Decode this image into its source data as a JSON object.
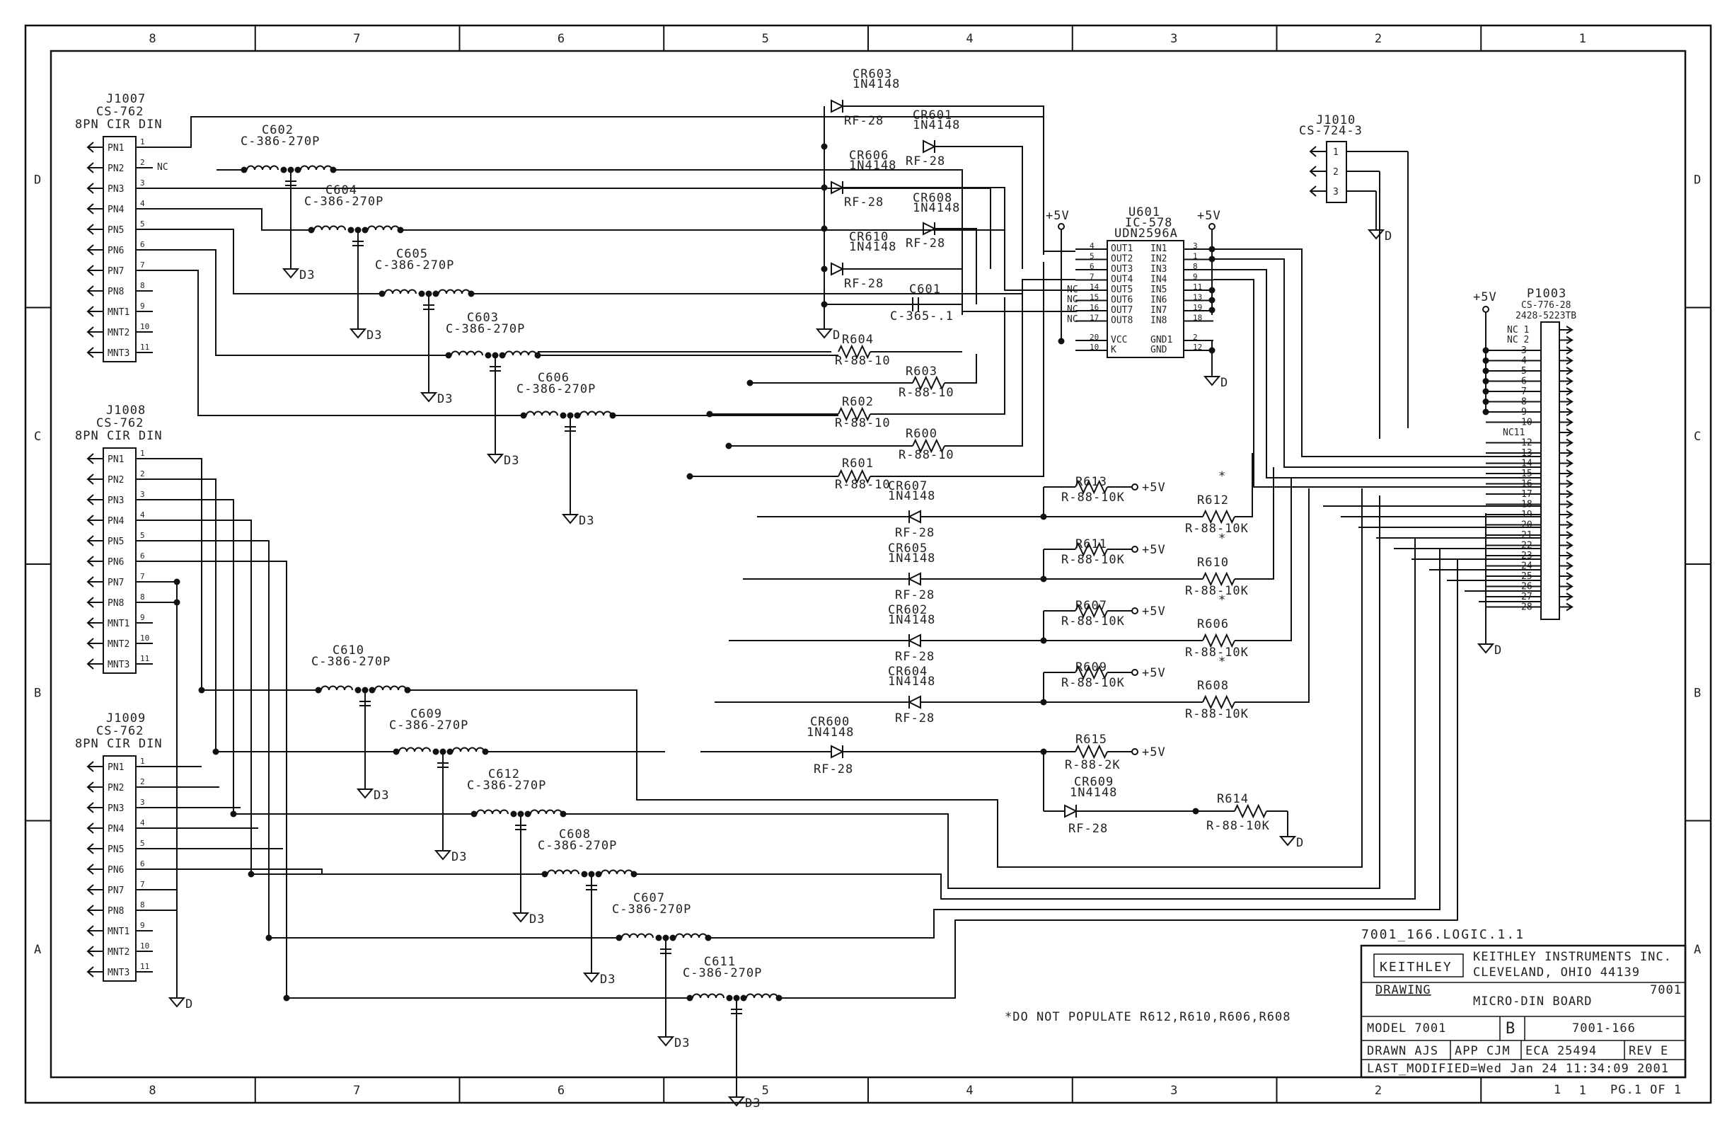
{
  "border": {
    "cols_top": [
      "8",
      "7",
      "6",
      "5",
      "4",
      "3",
      "2",
      "1"
    ],
    "cols_bottom": [
      "8",
      "7",
      "6",
      "5",
      "4",
      "3",
      "2",
      "1"
    ],
    "rows": [
      "D",
      "C",
      "B",
      "A"
    ]
  },
  "connectors": [
    {
      "ref": "J1007",
      "part": "CS-762",
      "desc": "8PN CIR DIN",
      "pins": [
        "PN1",
        "PN2",
        "PN3",
        "PN4",
        "PN5",
        "PN6",
        "PN7",
        "PN8",
        "MNT1",
        "MNT2",
        "MNT3"
      ],
      "nums": [
        "1",
        "2",
        "3",
        "4",
        "5",
        "6",
        "7",
        "8",
        "9",
        "10",
        "11"
      ]
    },
    {
      "ref": "J1008",
      "part": "CS-762",
      "desc": "8PN CIR DIN",
      "pins": [
        "PN1",
        "PN2",
        "PN3",
        "PN4",
        "PN5",
        "PN6",
        "PN7",
        "PN8",
        "MNT1",
        "MNT2",
        "MNT3"
      ],
      "nums": [
        "1",
        "2",
        "3",
        "4",
        "5",
        "6",
        "7",
        "8",
        "9",
        "10",
        "11"
      ]
    },
    {
      "ref": "J1009",
      "part": "CS-762",
      "desc": "8PN CIR DIN",
      "pins": [
        "PN1",
        "PN2",
        "PN3",
        "PN4",
        "PN5",
        "PN6",
        "PN7",
        "PN8",
        "MNT1",
        "MNT2",
        "MNT3"
      ],
      "nums": [
        "1",
        "2",
        "3",
        "4",
        "5",
        "6",
        "7",
        "8",
        "9",
        "10",
        "11"
      ]
    }
  ],
  "nc_label": "NC",
  "filters": [
    {
      "ref": "C602",
      "part": "C-386-270P"
    },
    {
      "ref": "C604",
      "part": "C-386-270P"
    },
    {
      "ref": "C605",
      "part": "C-386-270P"
    },
    {
      "ref": "C603",
      "part": "C-386-270P"
    },
    {
      "ref": "C606",
      "part": "C-386-270P"
    },
    {
      "ref": "C610",
      "part": "C-386-270P"
    },
    {
      "ref": "C609",
      "part": "C-386-270P"
    },
    {
      "ref": "C612",
      "part": "C-386-270P"
    },
    {
      "ref": "C608",
      "part": "C-386-270P"
    },
    {
      "ref": "C607",
      "part": "C-386-270P"
    },
    {
      "ref": "C611",
      "part": "C-386-270P"
    }
  ],
  "ground_d3": "D3",
  "ground_d": "D",
  "top_diodes": [
    {
      "ref": "CR603",
      "part": "1N4148",
      "rf": "RF-28"
    },
    {
      "ref": "CR601",
      "part": "1N4148",
      "rf": "RF-28"
    },
    {
      "ref": "CR606",
      "part": "1N4148",
      "rf": "RF-28"
    },
    {
      "ref": "CR608",
      "part": "1N4148",
      "rf": "RF-28"
    },
    {
      "ref": "CR610",
      "part": "1N4148",
      "rf": "RF-28"
    }
  ],
  "cap601": {
    "ref": "C601",
    "part": "C-365-.1"
  },
  "series_res": [
    {
      "ref": "R604",
      "part": "R-88-10"
    },
    {
      "ref": "R603",
      "part": "R-88-10"
    },
    {
      "ref": "R602",
      "part": "R-88-10"
    },
    {
      "ref": "R600",
      "part": "R-88-10"
    },
    {
      "ref": "R601",
      "part": "R-88-10"
    }
  ],
  "ic": {
    "ref": "U601",
    "part": "IC-578",
    "type": "UDN2596A",
    "left": [
      [
        "4",
        "OUT1"
      ],
      [
        "5",
        "OUT2"
      ],
      [
        "6",
        "OUT3"
      ],
      [
        "7",
        "OUT4"
      ],
      [
        "14",
        "OUT5"
      ],
      [
        "15",
        "OUT6"
      ],
      [
        "16",
        "OUT7"
      ],
      [
        "17",
        "OUT8"
      ],
      [
        "20",
        "VCC"
      ],
      [
        "10",
        "K"
      ]
    ],
    "right": [
      [
        "IN1",
        "3"
      ],
      [
        "IN2",
        "1"
      ],
      [
        "IN3",
        "8"
      ],
      [
        "IN4",
        "9"
      ],
      [
        "IN5",
        "11"
      ],
      [
        "IN6",
        "13"
      ],
      [
        "IN7",
        "19"
      ],
      [
        "IN8",
        "18"
      ],
      [
        "GND1",
        "2"
      ],
      [
        "GND",
        "12"
      ]
    ],
    "nc": "NC"
  },
  "plus5": "+5V",
  "j1010": {
    "ref": "J1010",
    "part": "CS-724-3",
    "pins": [
      "1",
      "2",
      "3"
    ]
  },
  "p1003": {
    "ref": "P1003",
    "part": "CS-776-28",
    "part2": "2428-5223TB",
    "nc1": "NC 1",
    "nc2": "NC 2",
    "nc11": "NC11",
    "pins": [
      "3",
      "4",
      "5",
      "6",
      "7",
      "8",
      "9",
      "10",
      "12",
      "13",
      "14",
      "15",
      "16",
      "17",
      "18",
      "19",
      "20",
      "21",
      "22",
      "23",
      "24",
      "25",
      "26",
      "27",
      "28"
    ]
  },
  "mid_diodes": [
    {
      "ref": "CR607",
      "part": "1N4148",
      "rf": "RF-28"
    },
    {
      "ref": "CR605",
      "part": "1N4148",
      "rf": "RF-28"
    },
    {
      "ref": "CR602",
      "part": "1N4148",
      "rf": "RF-28"
    },
    {
      "ref": "CR604",
      "part": "1N4148",
      "rf": "RF-28"
    },
    {
      "ref": "CR600",
      "part": "1N4148",
      "rf": "RF-28"
    },
    {
      "ref": "CR609",
      "part": "1N4148",
      "rf": "RF-28"
    }
  ],
  "pullups": [
    {
      "ref": "R613",
      "part": "R-88-10K"
    },
    {
      "ref": "R611",
      "part": "R-88-10K"
    },
    {
      "ref": "R607",
      "part": "R-88-10K"
    },
    {
      "ref": "R609",
      "part": "R-88-10K"
    },
    {
      "ref": "R615",
      "part": "R-88-2K"
    }
  ],
  "dnp_res": [
    {
      "ref": "R612",
      "part": "R-88-10K"
    },
    {
      "ref": "R610",
      "part": "R-88-10K"
    },
    {
      "ref": "R606",
      "part": "R-88-10K"
    },
    {
      "ref": "R608",
      "part": "R-88-10K"
    }
  ],
  "r614": {
    "ref": "R614",
    "part": "R-88-10K"
  },
  "star": "*",
  "note": "*DO NOT POPULATE R612,R610,R606,R608",
  "title_block": {
    "filename": "7001_166.LOGIC.1.1",
    "logo": "KEITHLEY",
    "company": "KEITHLEY INSTRUMENTS INC.",
    "city": "CLEVELAND, OHIO 44139",
    "drawing_label": "DRAWING",
    "title": "MICRO-DIN BOARD",
    "number": "7001",
    "model": "MODEL  7001",
    "size": "B",
    "dwg_no": "7001-166",
    "drawn": "DRAWN AJS",
    "app": "APP CJM",
    "eca": "ECA 25494",
    "rev": "REV E",
    "modified": "LAST_MODIFIED=Wed Jan 24 11:34:09 2001",
    "sheet_num": "1",
    "page": "PG.1 OF 1"
  }
}
